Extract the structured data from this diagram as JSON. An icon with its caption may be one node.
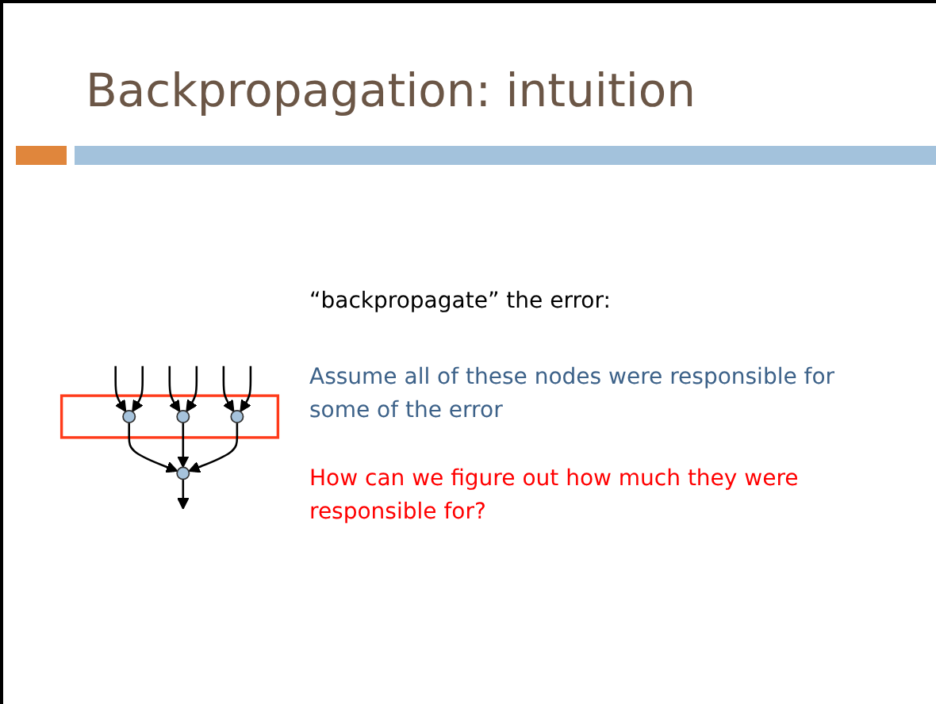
{
  "diagram": {
    "title": "Backpropagation: intuition",
    "nodes": [
      {
        "text": [],
        "shape": "box"
      },
      {
        "text": [],
        "shape": "circle",
        "in": 0
      },
      {
        "text": [],
        "shape": "circle",
        "in": 0
      },
      {
        "text": [],
        "shape": "circle",
        "in": 0
      },
      {
        "text": [],
        "shape": "circle"
      }
    ],
    "edges": [
      {
        "from": null,
        "to": 1,
        "arrow": "to"
      },
      {
        "from": null,
        "to": 1,
        "arrow": "to"
      },
      {
        "from": null,
        "to": 2,
        "arrow": "to"
      },
      {
        "from": null,
        "to": 2,
        "arrow": "to"
      },
      {
        "from": null,
        "to": 3,
        "arrow": "to"
      },
      {
        "from": null,
        "to": 3,
        "arrow": "to"
      },
      {
        "from": 1,
        "to": 4,
        "arrow": "to"
      },
      {
        "from": 2,
        "to": 4,
        "arrow": "to"
      },
      {
        "from": 3,
        "to": 4,
        "arrow": "to"
      },
      {
        "from": 4,
        "to": null,
        "arrow": "to"
      }
    ],
    "labels": [
      "“backpropagate” the error:",
      "Assume all of these nodes were responsible for some of the error",
      "How can we figure out how much they were responsible for?"
    ]
  }
}
